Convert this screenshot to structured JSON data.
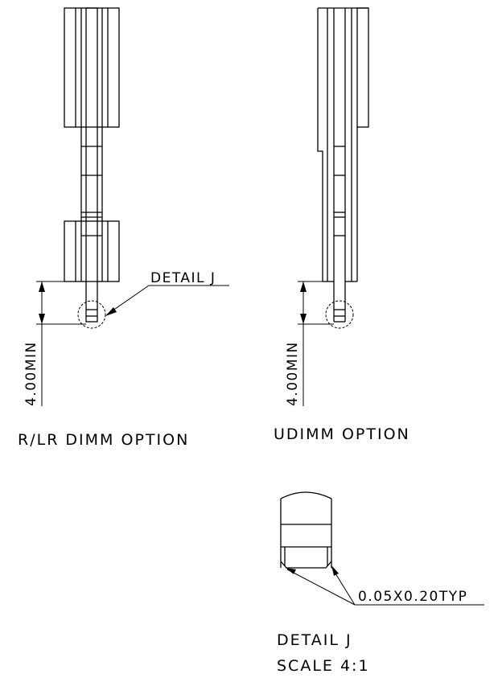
{
  "drawing": {
    "left_view": {
      "callout": "DETAIL J",
      "dimension": "4.00MIN",
      "caption": "R/LR DIMM OPTION"
    },
    "right_view": {
      "dimension": "4.00MIN",
      "caption": "UDIMM OPTION"
    },
    "detail": {
      "chamfer_note": "0.05X0.20TYP",
      "title": "DETAIL J",
      "scale": "SCALE 4:1"
    }
  }
}
